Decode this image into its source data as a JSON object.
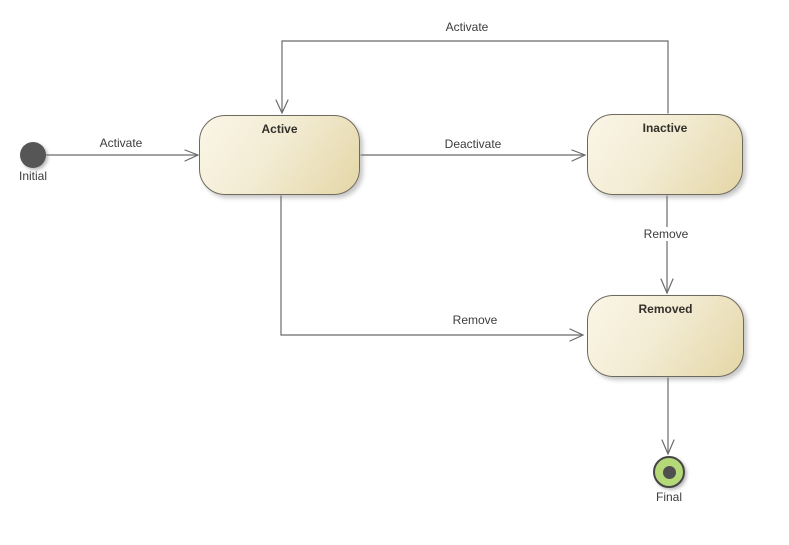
{
  "diagram": {
    "kind": "uml-state-machine",
    "states": {
      "initial": {
        "type": "initial-pseudostate",
        "label": "Initial"
      },
      "active": {
        "type": "state",
        "label": "Active"
      },
      "inactive": {
        "type": "state",
        "label": "Inactive"
      },
      "removed": {
        "type": "state",
        "label": "Removed"
      },
      "final": {
        "type": "final-state",
        "label": "Final"
      }
    },
    "transitions": {
      "initial_to_active": {
        "from": "Initial",
        "to": "Active",
        "label": "Activate"
      },
      "inactive_to_active": {
        "from": "Inactive",
        "to": "Active",
        "label": "Activate"
      },
      "active_to_inactive": {
        "from": "Active",
        "to": "Inactive",
        "label": "Deactivate"
      },
      "inactive_to_removed": {
        "from": "Inactive",
        "to": "Removed",
        "label": "Remove"
      },
      "active_to_removed": {
        "from": "Active",
        "to": "Removed",
        "label": "Remove"
      },
      "removed_to_final": {
        "from": "Removed",
        "to": "Final",
        "label": ""
      }
    },
    "colors": {
      "background": "#ffffff",
      "state_fill_light": "#faf5e6",
      "state_fill_dark": "#e4d6a6",
      "state_border": "#6e6a5d",
      "connector_line": "#6b6b6b",
      "label_text": "#3c3c3c",
      "initial_fill": "#565656",
      "final_fill": "#b5d878",
      "final_border": "#454545",
      "final_dot": "#4f4f4f"
    }
  }
}
